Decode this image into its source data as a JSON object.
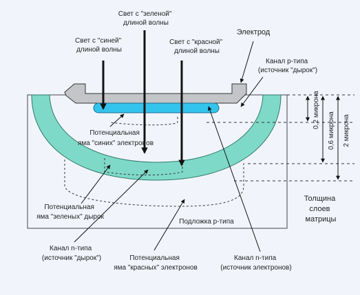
{
  "labels": {
    "green_light": [
      "Свет с \"зеленой\"",
      "длиной волны"
    ],
    "blue_light": [
      "Свет с \"синей\"",
      "длиной волны"
    ],
    "red_light": [
      "Свет с \"красной\"",
      "длиной волны"
    ],
    "electrode": "Электрод",
    "p_channel": [
      "Канал p-типа",
      "(источник \"дырок\")"
    ],
    "blue_well": [
      "Потенциальная",
      "яма \"синих\" электронов"
    ],
    "green_well": [
      "Потенциальная",
      "яма \"зеленых\" дырок"
    ],
    "substrate": "Подложка p-типа",
    "matrix_thickness": [
      "Толщина",
      "слоев",
      "матрицы"
    ],
    "n_channel_holes": [
      "Канал n-типа",
      "(источник \"дырок\")"
    ],
    "red_well": [
      "Потенциальная",
      "яма \"красных\" электронов"
    ],
    "n_channel_electrons": [
      "Канал n-типа",
      "(источник электронов)"
    ],
    "depth_02": "0,2 микрона",
    "depth_06": "0,6 микрона",
    "depth_2": "2 микрона"
  },
  "colors": {
    "background": "#f1f5fb",
    "n_channel": "#7fd9c8",
    "blue_well": "#33c4ec",
    "electrode": "#c3c5c8"
  }
}
